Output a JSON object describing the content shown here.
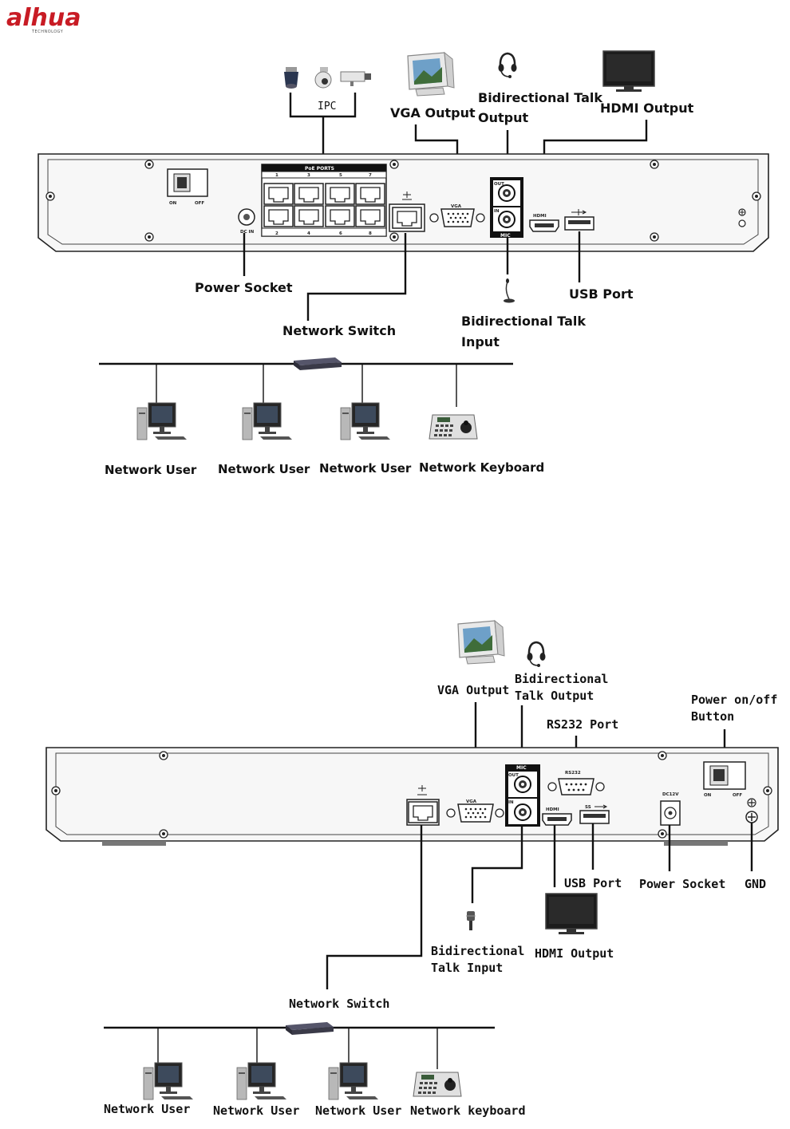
{
  "logo": {
    "brand": "alhua",
    "tagline": "TECHNOLOGY"
  },
  "diagram1": {
    "ipc_label": "IPC",
    "vga_output": "VGA Output",
    "talk_output_line1": "Bidirectional Talk",
    "talk_output_line2": "Output",
    "hdmi_output": "HDMI Output",
    "power_socket": "Power Socket",
    "network_switch": "Network Switch",
    "usb_port": "USB Port",
    "talk_input_line1": "Bidirectional Talk",
    "talk_input_line2": "Input",
    "network_user_1": "Network User",
    "network_user_2": "Network User",
    "network_user_3": "Network User",
    "network_keyboard": "Network Keyboard",
    "panel": {
      "poe_ports": "PoE PORTS",
      "switch_on": "ON",
      "switch_off": "OFF",
      "dc_in": "DC IN",
      "vga": "VGA",
      "out": "OUT",
      "in": "IN",
      "mic": "MIC",
      "hdmi": "HDMI",
      "port_1": "1",
      "port_3": "3",
      "port_5": "5",
      "port_7": "7",
      "port_2": "2",
      "port_4": "4",
      "port_6": "6",
      "port_8": "8"
    }
  },
  "diagram2": {
    "vga_output": "VGA Output",
    "talk_output_line1": "Bidirectional",
    "talk_output_line2": "Talk Output",
    "power_button_line1": "Power on/off",
    "power_button_line2": "Button",
    "rs232_port": "RS232 Port",
    "usb_port": "USB Port",
    "power_socket": "Power Socket",
    "gnd": "GND",
    "talk_input_line1": "Bidirectional",
    "talk_input_line2": "Talk Input",
    "hdmi_output": "HDMI Output",
    "network_switch": "Network Switch",
    "network_user_1": "Network User",
    "network_user_2": "Network User",
    "network_user_3": "Network User",
    "network_keyboard": "Network keyboard",
    "panel": {
      "vga": "VGA",
      "rs232": "RS232",
      "mic": "MIC",
      "out": "OUT",
      "in": "IN",
      "hdmi": "HDMI",
      "usb": "SS",
      "dc12v": "DC12V",
      "switch_on": "ON",
      "switch_off": "OFF"
    }
  },
  "colors": {
    "brand_red": "#c81b24",
    "line": "#111111",
    "panel_fill": "#f7f7f7",
    "monitor_screen": "#1c1c1c",
    "switch_box": "#3a3a48"
  },
  "icons": [
    "ip-camera-icon",
    "ptz-dome-camera-icon",
    "bullet-camera-icon",
    "crt-monitor-icon",
    "headset-icon",
    "flat-tv-icon",
    "microphone-icon",
    "network-switch-icon",
    "desktop-pc-icon",
    "control-keyboard-icon"
  ]
}
